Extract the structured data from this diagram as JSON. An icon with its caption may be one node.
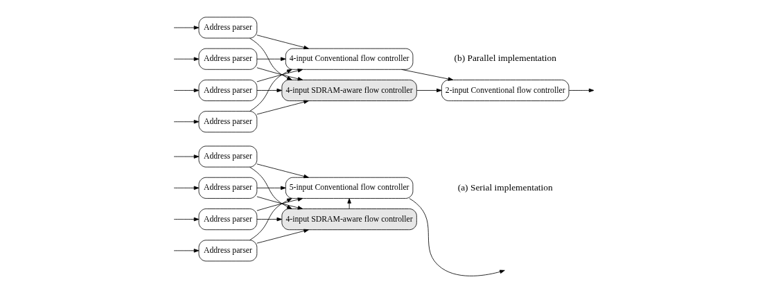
{
  "diagram": {
    "nodes": [
      {
        "text": [
          "Address parser"
        ]
      },
      {
        "text": [
          "Address parser"
        ]
      },
      {
        "text": [
          "Address parser"
        ]
      },
      {
        "text": [
          "Address parser"
        ]
      },
      {
        "text": [
          "4-input SDRAM-aware flow controller"
        ]
      },
      {
        "text": [
          "5-input Conventional flow controller"
        ]
      },
      {
        "text": [
          "Address parser"
        ]
      },
      {
        "text": [
          "Address parser"
        ]
      },
      {
        "text": [
          "Address parser"
        ]
      },
      {
        "text": [
          "Address parser"
        ]
      },
      {
        "text": [
          "4-input SDRAM-aware flow controller"
        ]
      },
      {
        "text": [
          "2-input Conventional flow controller"
        ]
      },
      {
        "text": [
          "4-input Conventional flow controller"
        ]
      }
    ],
    "edges": [
      {
        "from": null,
        "to": 0,
        "arrow": "to"
      },
      {
        "from": null,
        "to": 1,
        "arrow": "to"
      },
      {
        "from": null,
        "to": 2,
        "arrow": "to"
      },
      {
        "from": null,
        "to": 3,
        "arrow": "to"
      },
      {
        "from": 0,
        "to": 4,
        "arrow": "to"
      },
      {
        "from": 0,
        "to": 5,
        "arrow": "to"
      },
      {
        "from": 1,
        "to": 4,
        "arrow": "to"
      },
      {
        "from": 1,
        "to": 5,
        "arrow": "to"
      },
      {
        "from": 2,
        "to": 4,
        "arrow": "to"
      },
      {
        "from": 2,
        "to": 5,
        "arrow": "to"
      },
      {
        "from": 3,
        "to": 4,
        "arrow": "to"
      },
      {
        "from": 3,
        "to": 5,
        "arrow": "to"
      },
      {
        "from": 4,
        "to": 5,
        "arrow": "to"
      },
      {
        "from": 5,
        "to": null,
        "arrow": "to"
      },
      {
        "from": null,
        "to": 6,
        "arrow": "to"
      },
      {
        "from": null,
        "to": 7,
        "arrow": "to"
      },
      {
        "from": null,
        "to": 8,
        "arrow": "to"
      },
      {
        "from": null,
        "to": 9,
        "arrow": "to"
      },
      {
        "from": 6,
        "to": 10,
        "arrow": "to"
      },
      {
        "from": 6,
        "to": 12,
        "arrow": "to"
      },
      {
        "from": 7,
        "to": 10,
        "arrow": "to"
      },
      {
        "from": 7,
        "to": 12,
        "arrow": "to"
      },
      {
        "from": 8,
        "to": 10,
        "arrow": "to"
      },
      {
        "from": 8,
        "to": 12,
        "arrow": "to"
      },
      {
        "from": 9,
        "to": 10,
        "arrow": "to"
      },
      {
        "from": 9,
        "to": 12,
        "arrow": "to"
      },
      {
        "from": 10,
        "to": 11,
        "arrow": "to"
      },
      {
        "from": 12,
        "to": 11,
        "arrow": "to"
      },
      {
        "from": 11,
        "to": null,
        "arrow": "to"
      }
    ],
    "labels": [
      "(a) Serial implementation",
      "(b) Parallel implementation"
    ]
  }
}
